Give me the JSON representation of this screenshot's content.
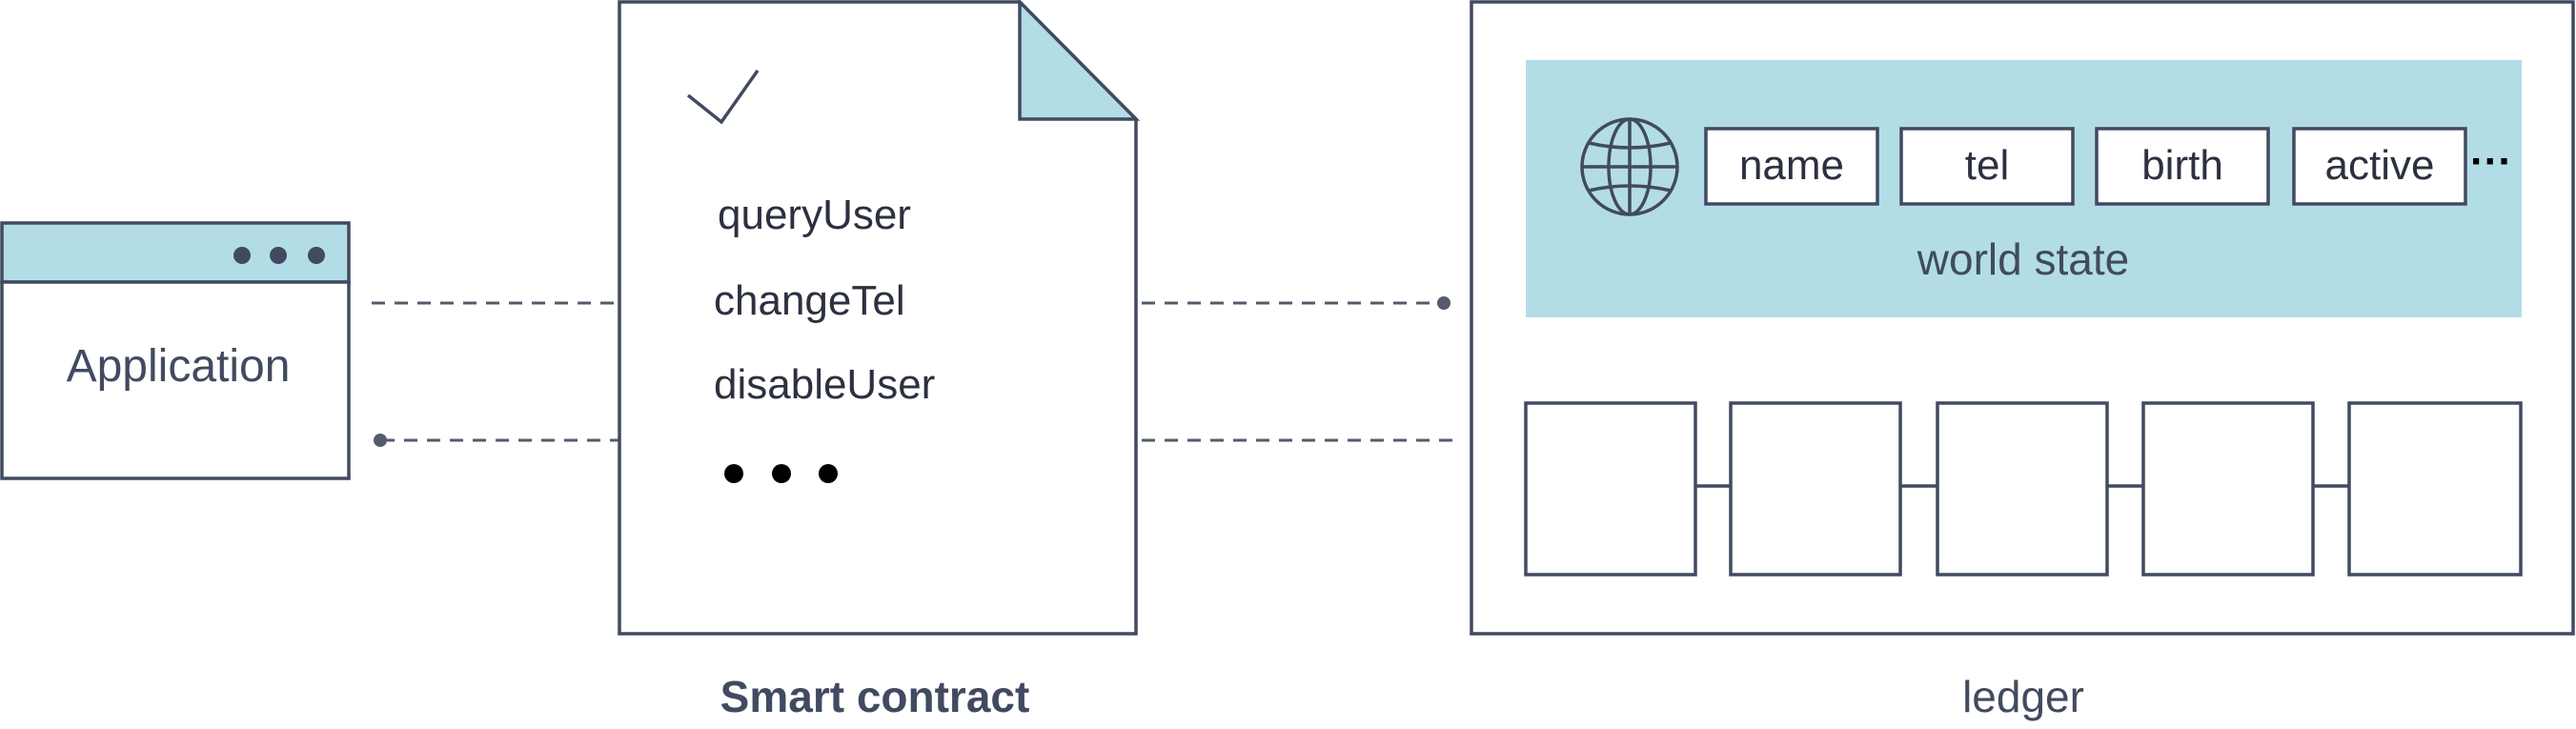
{
  "application": {
    "label": "Application"
  },
  "smart_contract": {
    "functions": [
      "queryUser",
      "changeTel",
      "disableUser"
    ],
    "caption": "Smart contract"
  },
  "ledger": {
    "world_state": {
      "fields": [
        "name",
        "tel",
        "birth",
        "active"
      ],
      "more": "···",
      "label": "world state"
    },
    "caption": "ledger"
  },
  "colors": {
    "accent": "#b3dde6",
    "stroke": "#414a60"
  }
}
